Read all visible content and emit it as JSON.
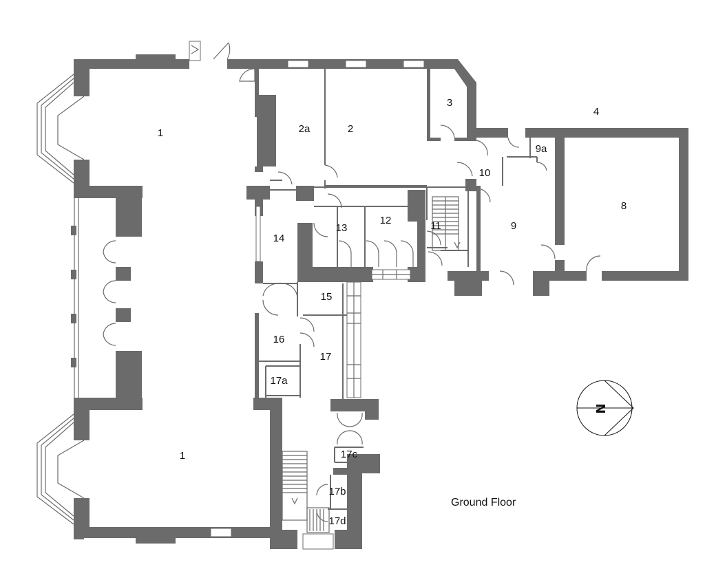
{
  "title": "Ground Floor",
  "compass": {
    "label": "N",
    "icon": "compass-icon"
  },
  "rooms": [
    {
      "id": "room-1-north",
      "label": "1"
    },
    {
      "id": "room-1-south",
      "label": "1"
    },
    {
      "id": "room-2",
      "label": "2"
    },
    {
      "id": "room-2a",
      "label": "2a"
    },
    {
      "id": "room-3",
      "label": "3"
    },
    {
      "id": "room-4",
      "label": "4"
    },
    {
      "id": "room-8",
      "label": "8"
    },
    {
      "id": "room-9",
      "label": "9"
    },
    {
      "id": "room-9a",
      "label": "9a"
    },
    {
      "id": "room-10",
      "label": "10"
    },
    {
      "id": "room-11",
      "label": "11"
    },
    {
      "id": "room-12",
      "label": "12"
    },
    {
      "id": "room-13",
      "label": "13"
    },
    {
      "id": "room-14",
      "label": "14"
    },
    {
      "id": "room-15",
      "label": "15"
    },
    {
      "id": "room-16",
      "label": "16"
    },
    {
      "id": "room-17",
      "label": "17"
    },
    {
      "id": "room-17a",
      "label": "17a"
    },
    {
      "id": "room-17b",
      "label": "17b"
    },
    {
      "id": "room-17c",
      "label": "17c"
    },
    {
      "id": "room-17d",
      "label": "17d"
    }
  ]
}
